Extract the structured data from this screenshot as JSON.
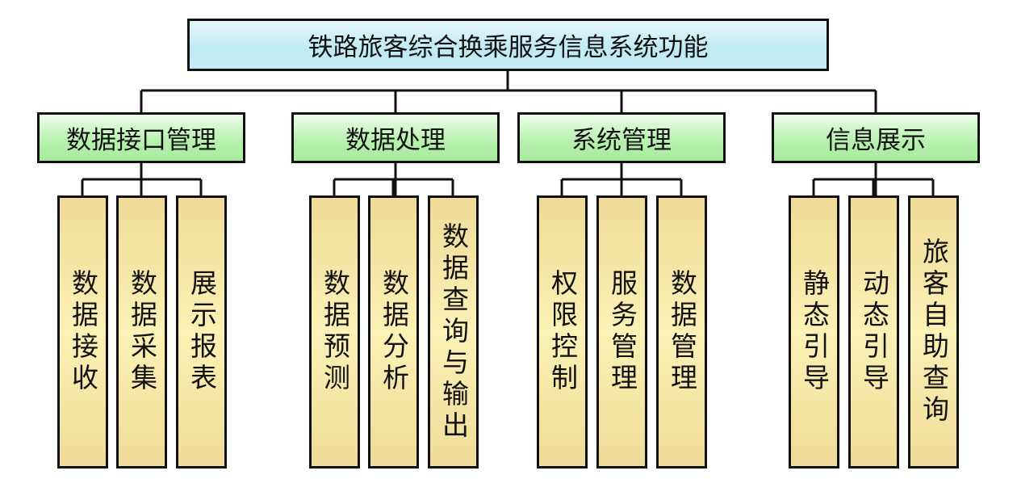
{
  "title": "铁路旅客综合换乘服务信息系统功能",
  "categories": [
    {
      "label": "数据接口管理",
      "items": [
        "数据接收",
        "数据采集",
        "展示报表"
      ]
    },
    {
      "label": "数据处理",
      "items": [
        "数据预测",
        "数据分析",
        "数据查询与输出"
      ]
    },
    {
      "label": "系统管理",
      "items": [
        "权限控制",
        "服务管理",
        "数据管理"
      ]
    },
    {
      "label": "信息展示",
      "items": [
        "静态引导",
        "动态引导",
        "旅客自助查询"
      ]
    }
  ]
}
